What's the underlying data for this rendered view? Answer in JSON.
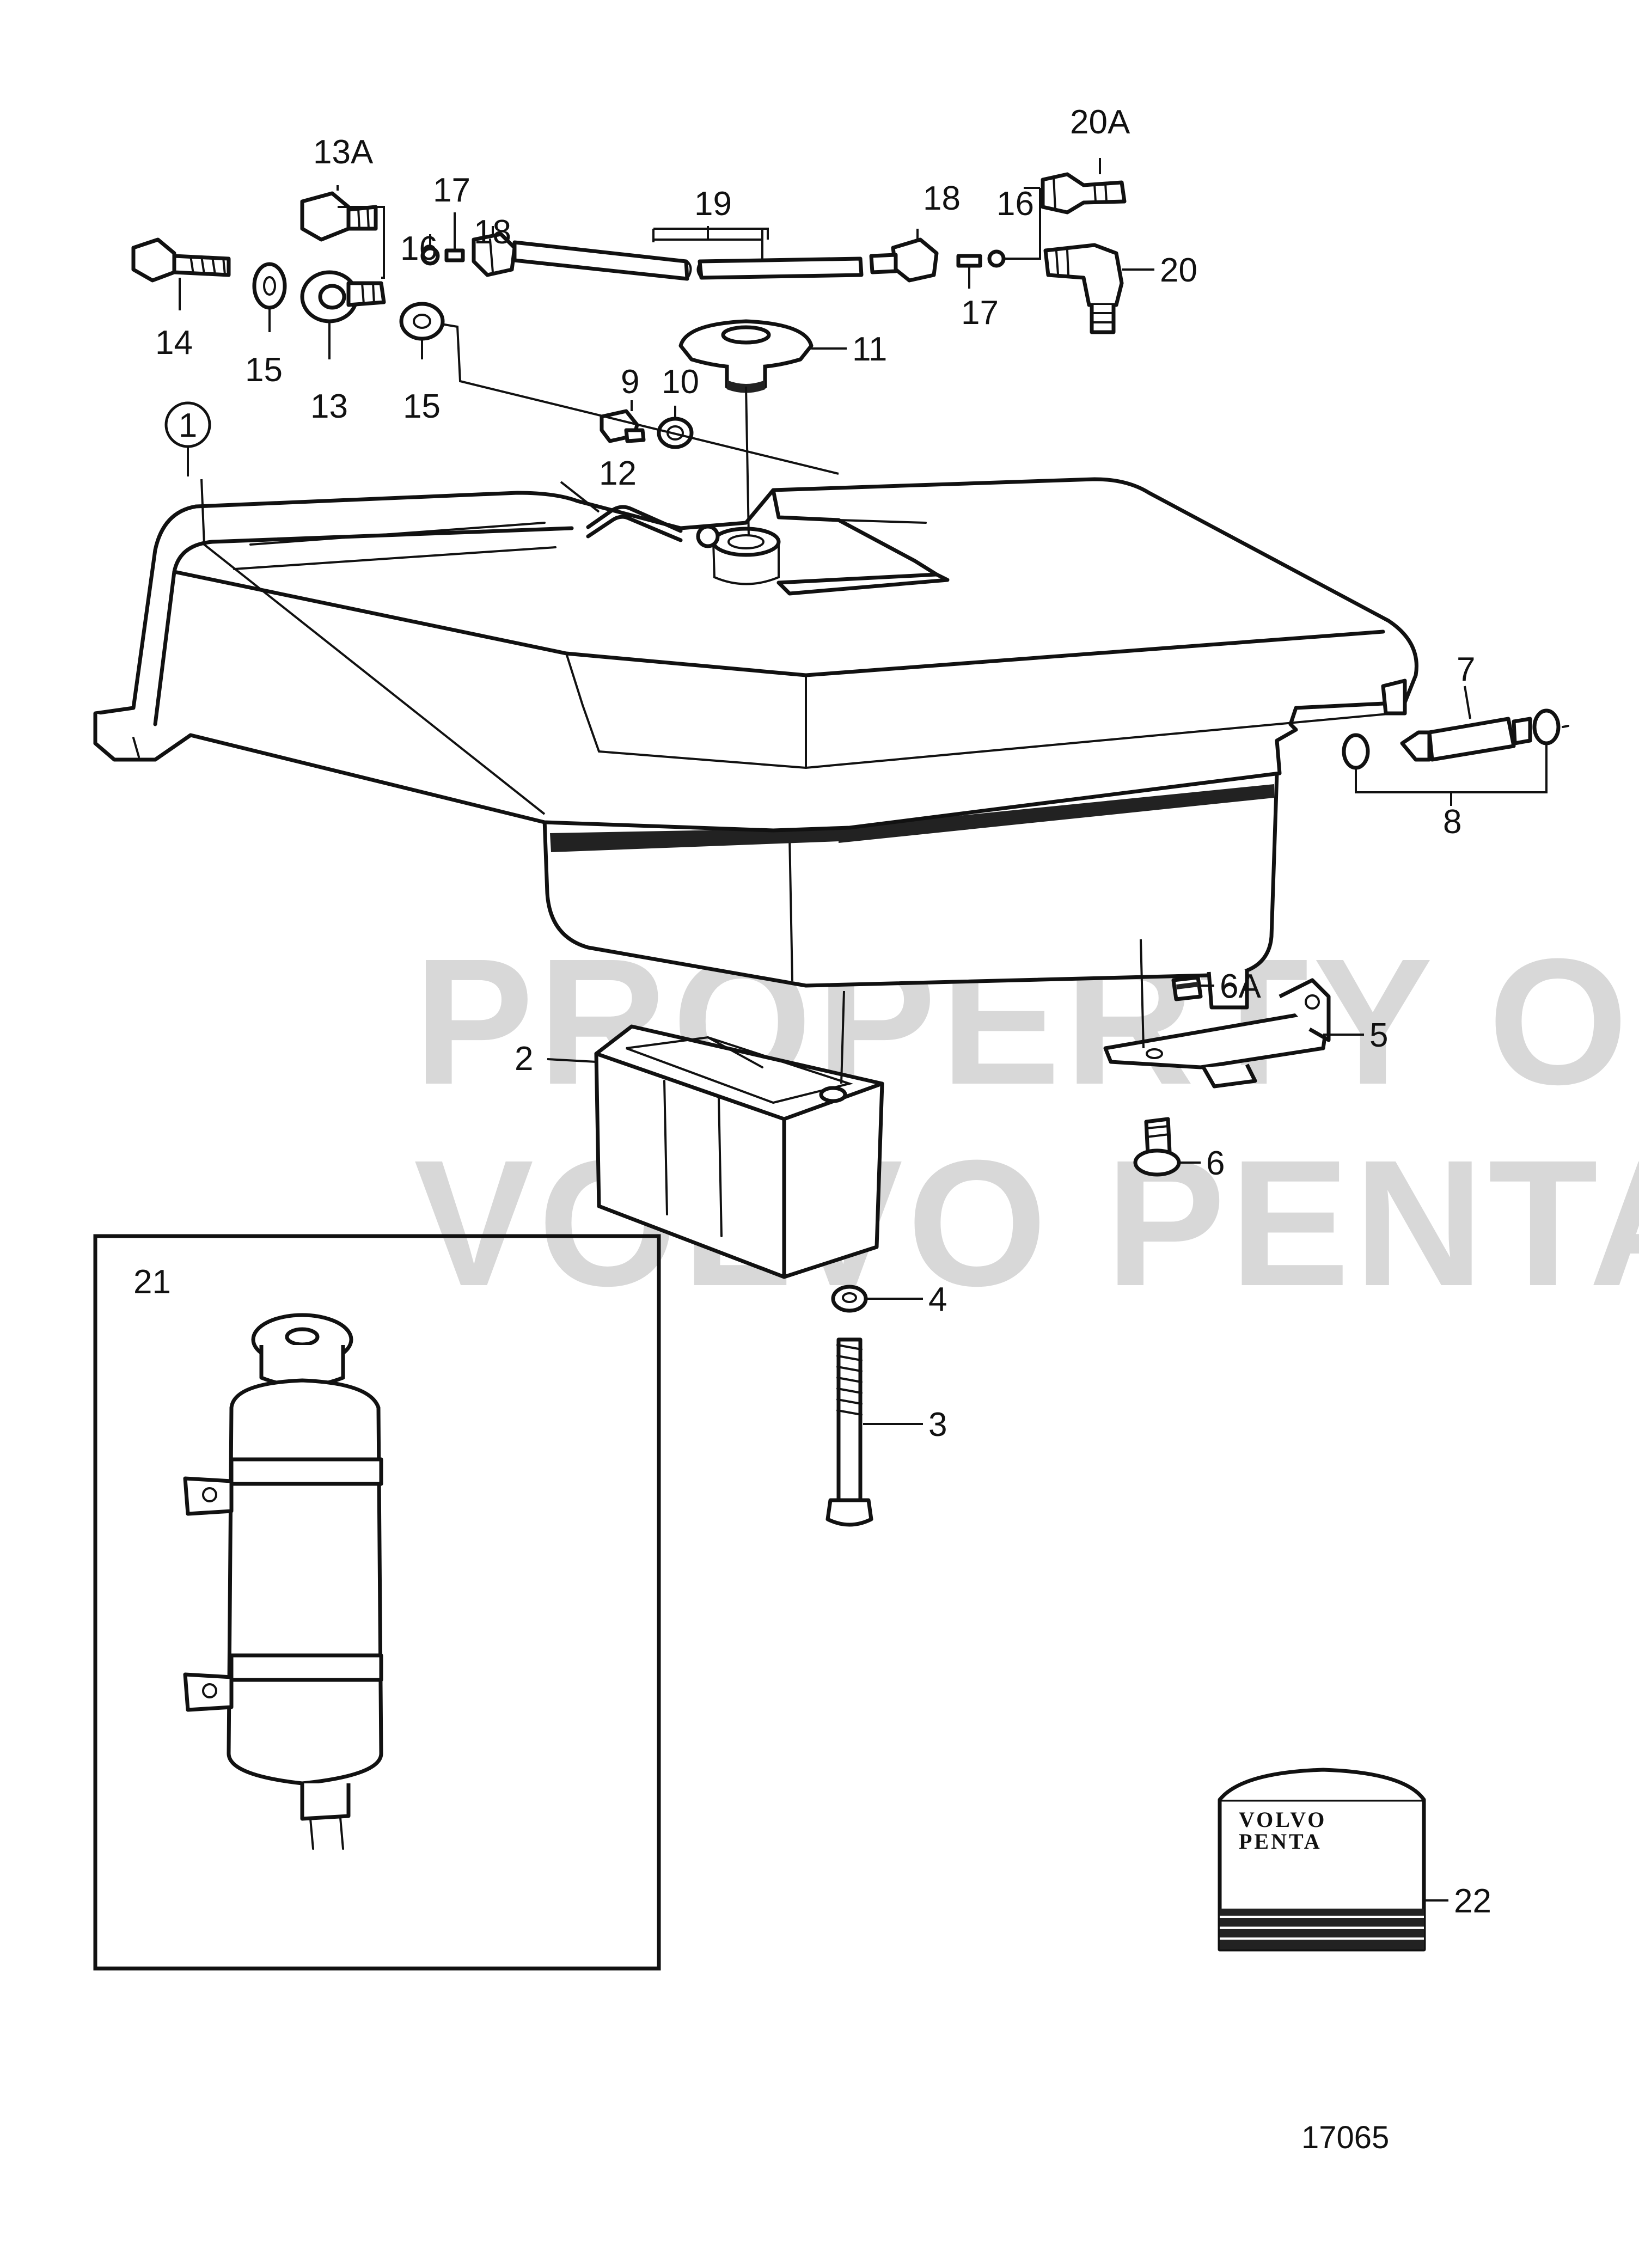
{
  "watermark": {
    "line1": "PROPERTY OF",
    "line2": "VOLVO PENTA"
  },
  "drawing_number": "17065",
  "brand_label": {
    "line1": "VOLVO",
    "line2": "PENTA"
  },
  "callouts": {
    "c1": "1",
    "c2": "2",
    "c3": "3",
    "c4": "4",
    "c5": "5",
    "c6": "6",
    "c6a": "6A",
    "c7": "7",
    "c8": "8",
    "c9": "9",
    "c10": "10",
    "c11": "11",
    "c12": "12",
    "c13": "13",
    "c13a": "13A",
    "c14": "14",
    "c15a": "15",
    "c15b": "15",
    "c16a": "16",
    "c16b": "16",
    "c17a": "17",
    "c17b": "17",
    "c18a": "18",
    "c18b": "18",
    "c19": "19",
    "c20": "20",
    "c20a": "20A",
    "c21": "21",
    "c22": "22"
  }
}
